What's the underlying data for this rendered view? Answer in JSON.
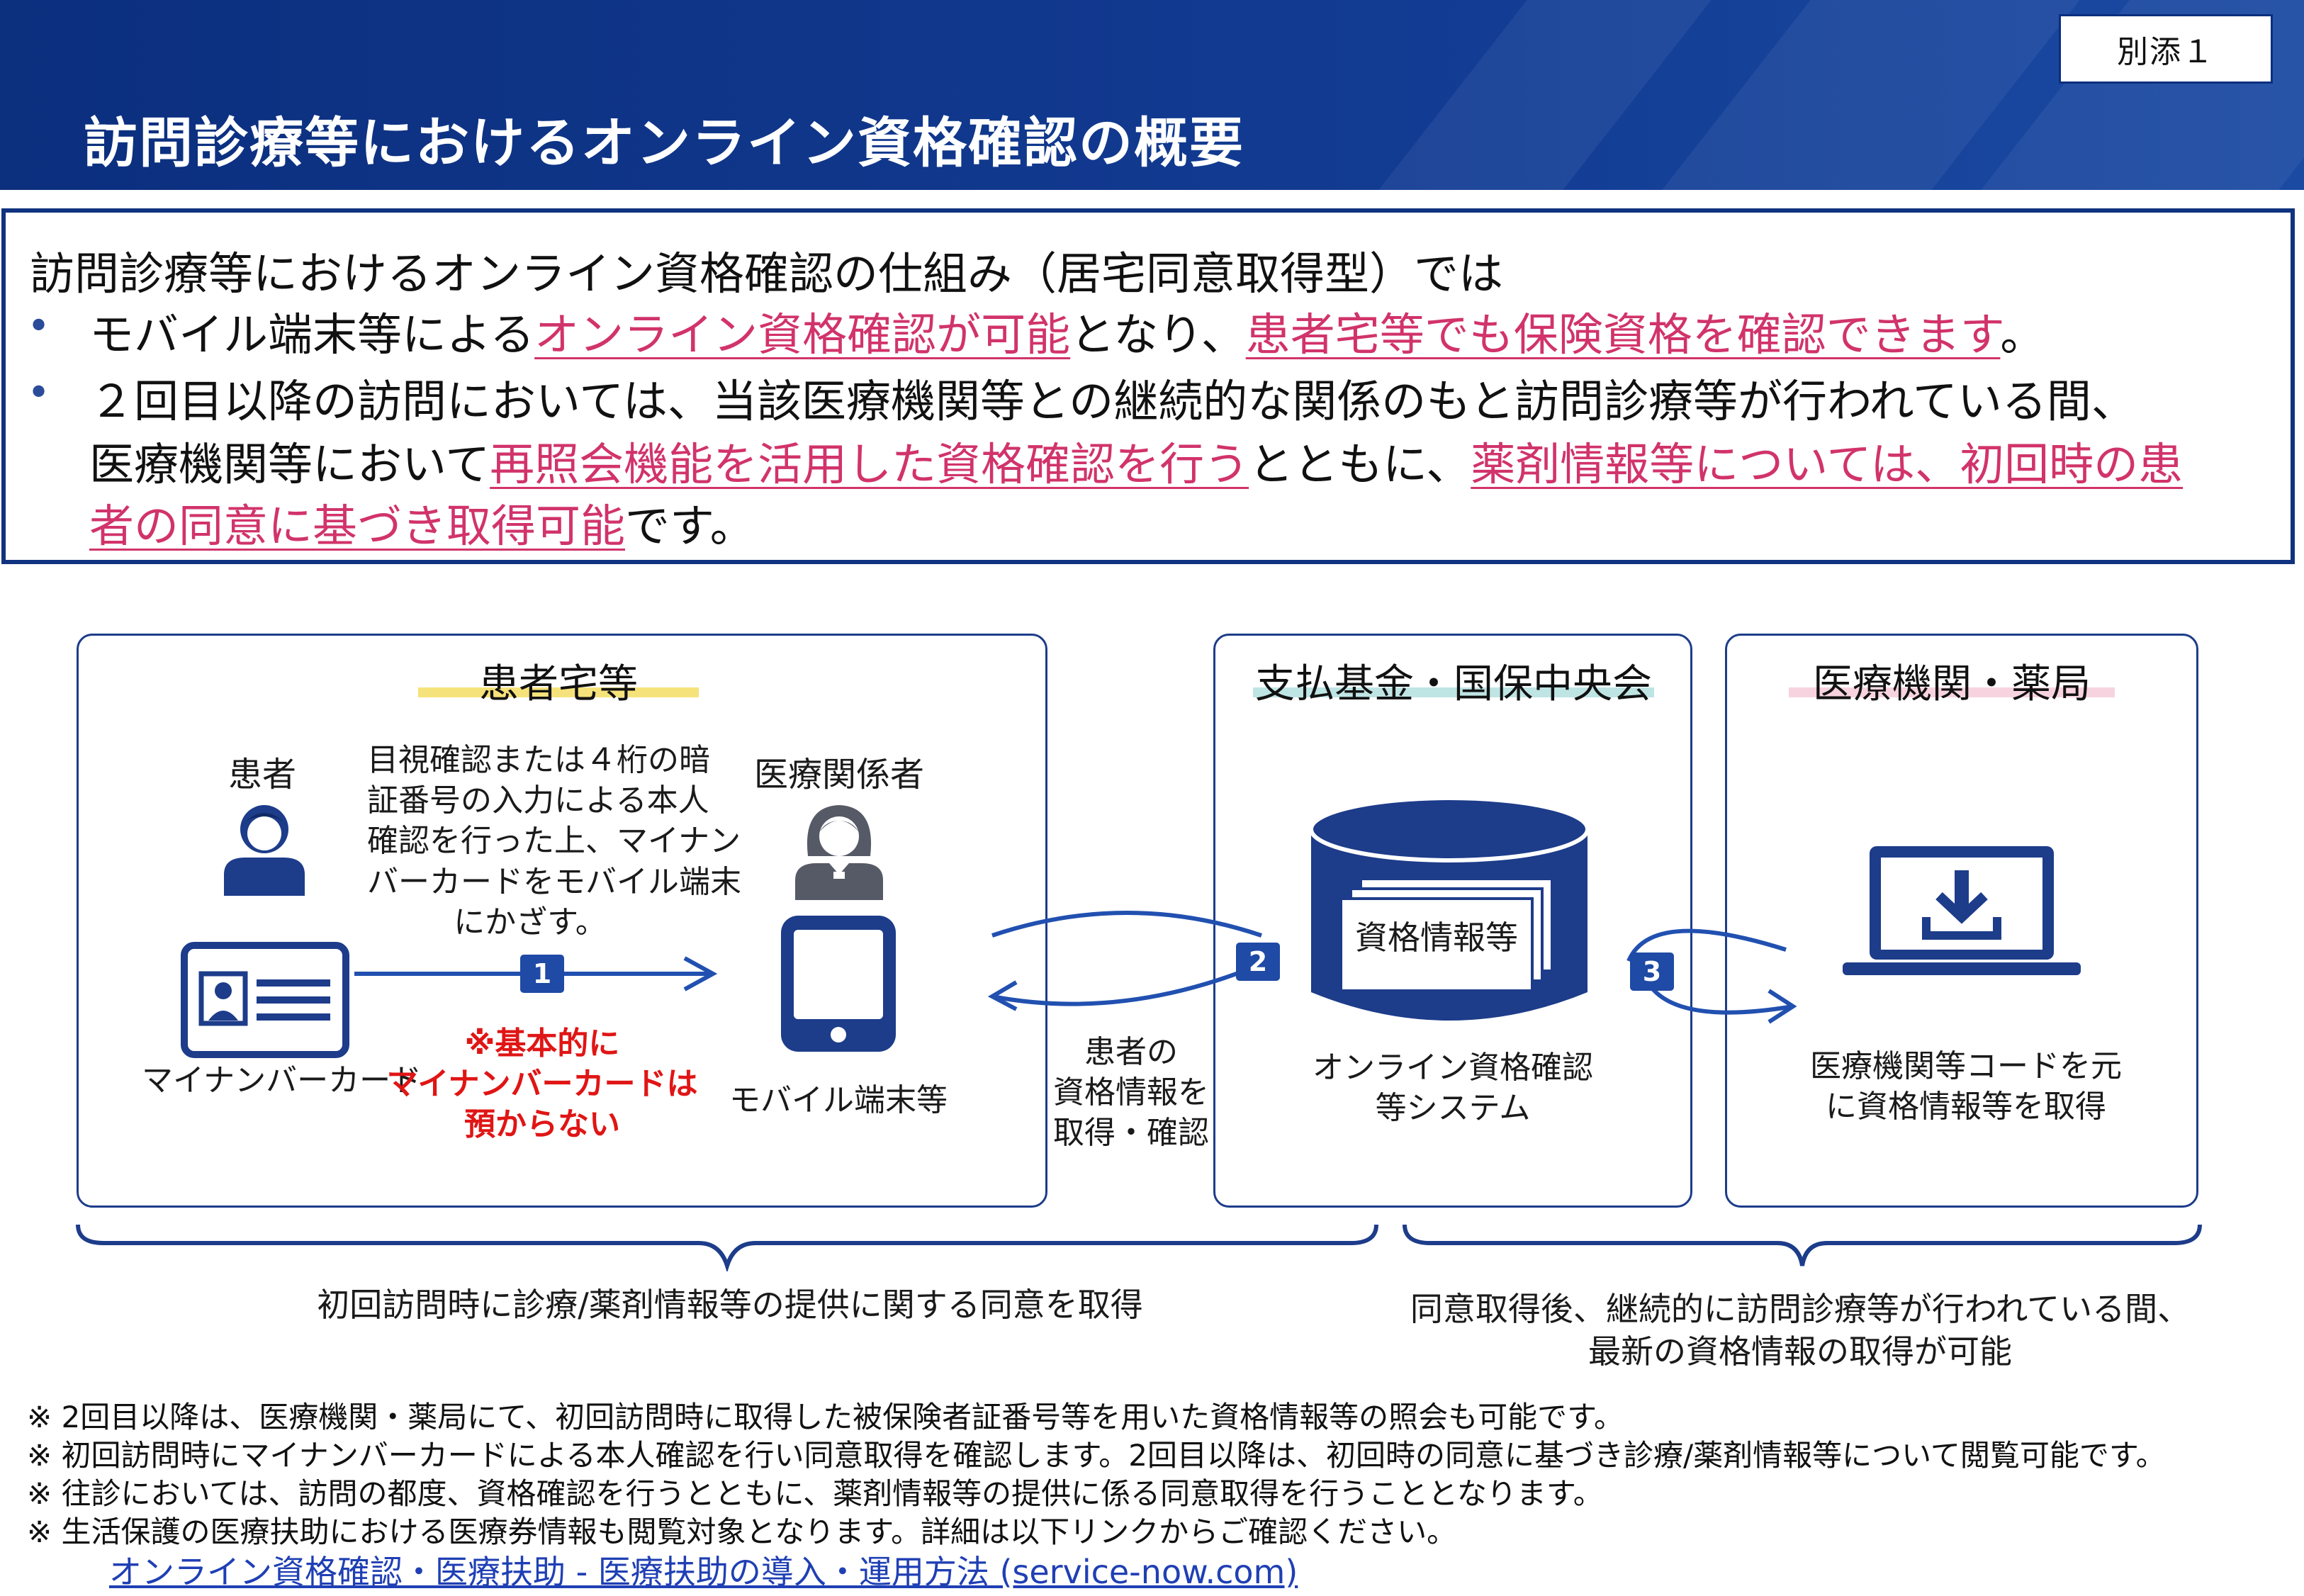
{
  "header": {
    "title": "訪問診療等におけるオンライン資格確認の概要",
    "annex": "別添１",
    "colors": {
      "primary": "#0c2f7e",
      "accent_pink": "#d1336a",
      "accent_red": "#e01515"
    }
  },
  "summary": {
    "intro": "訪問診療等におけるオンライン資格確認の仕組み（居宅同意取得型）では",
    "b1_a": "モバイル端末等による",
    "b1_hl1": "オンライン資格確認が可能",
    "b1_b": "となり、",
    "b1_hl2": "患者宅等でも保険資格を確認できます",
    "b1_c": "。",
    "b2_line1": "２回目以降の訪問においては、当該医療機関等との継続的な関係のもと訪問診療等が行われている間、",
    "b2_a": "医療機関等において",
    "b2_hl1": "再照会機能を活用した資格確認を行う",
    "b2_b": "とともに、",
    "b2_hl2": "薬剤情報等については、初回時の患",
    "b2_hl3": "者の同意に基づき取得可能",
    "b2_c": "です。"
  },
  "diagram": {
    "patient_home": {
      "title": "患者宅等",
      "patient_label": "患者",
      "card_label": "マイナンバーカード",
      "staff_label": "医療関係者",
      "device_label": "モバイル端末等",
      "instruction": [
        "目視確認または４桁の暗",
        "証番号の入力による本人",
        "確認を行った上、マイナン",
        "バーカードをモバイル端末",
        "にかざす。"
      ],
      "warning": [
        "※基本的に",
        "マイナンバーカードは",
        "預からない"
      ],
      "step1": "1"
    },
    "exchange": {
      "step2": "2",
      "label": [
        "患者の",
        "資格情報を",
        "取得・確認"
      ]
    },
    "fund": {
      "title": "支払基金・国保中央会",
      "doc_label": "資格情報等",
      "system_label": [
        "オンライン資格確認",
        "等システム"
      ],
      "step3": "3"
    },
    "medical": {
      "title": "医療機関・薬局",
      "label": [
        "医療機関等コードを元",
        "に資格情報等を取得"
      ]
    },
    "brace_left_label": "初回訪問時に診療/薬剤情報等の提供に関する同意を取得",
    "brace_right_label": [
      "同意取得後、継続的に訪問診療等が行われている間、",
      "最新の資格情報の取得が可能"
    ]
  },
  "notes": [
    "※ 2回目以降は、医療機関・薬局にて、初回訪問時に取得した被保険者証番号等を用いた資格情報等の照会も可能です。",
    "※ 初回訪問時にマイナンバーカードによる本人確認を行い同意取得を確認します。2回目以降は、初回時の同意に基づき診療/薬剤情報等について閲覧可能です。",
    "※ 往診においては、訪問の都度、資格確認を行うとともに、薬剤情報等の提供に係る同意取得を行うこととなります。",
    "※ 生活保護の医療扶助における医療券情報も閲覧対象となります。詳細は以下リンクからご確認ください。"
  ],
  "link": "オンライン資格確認・医療扶助 - 医療扶助の導入・運用方法 (service-now.com)"
}
